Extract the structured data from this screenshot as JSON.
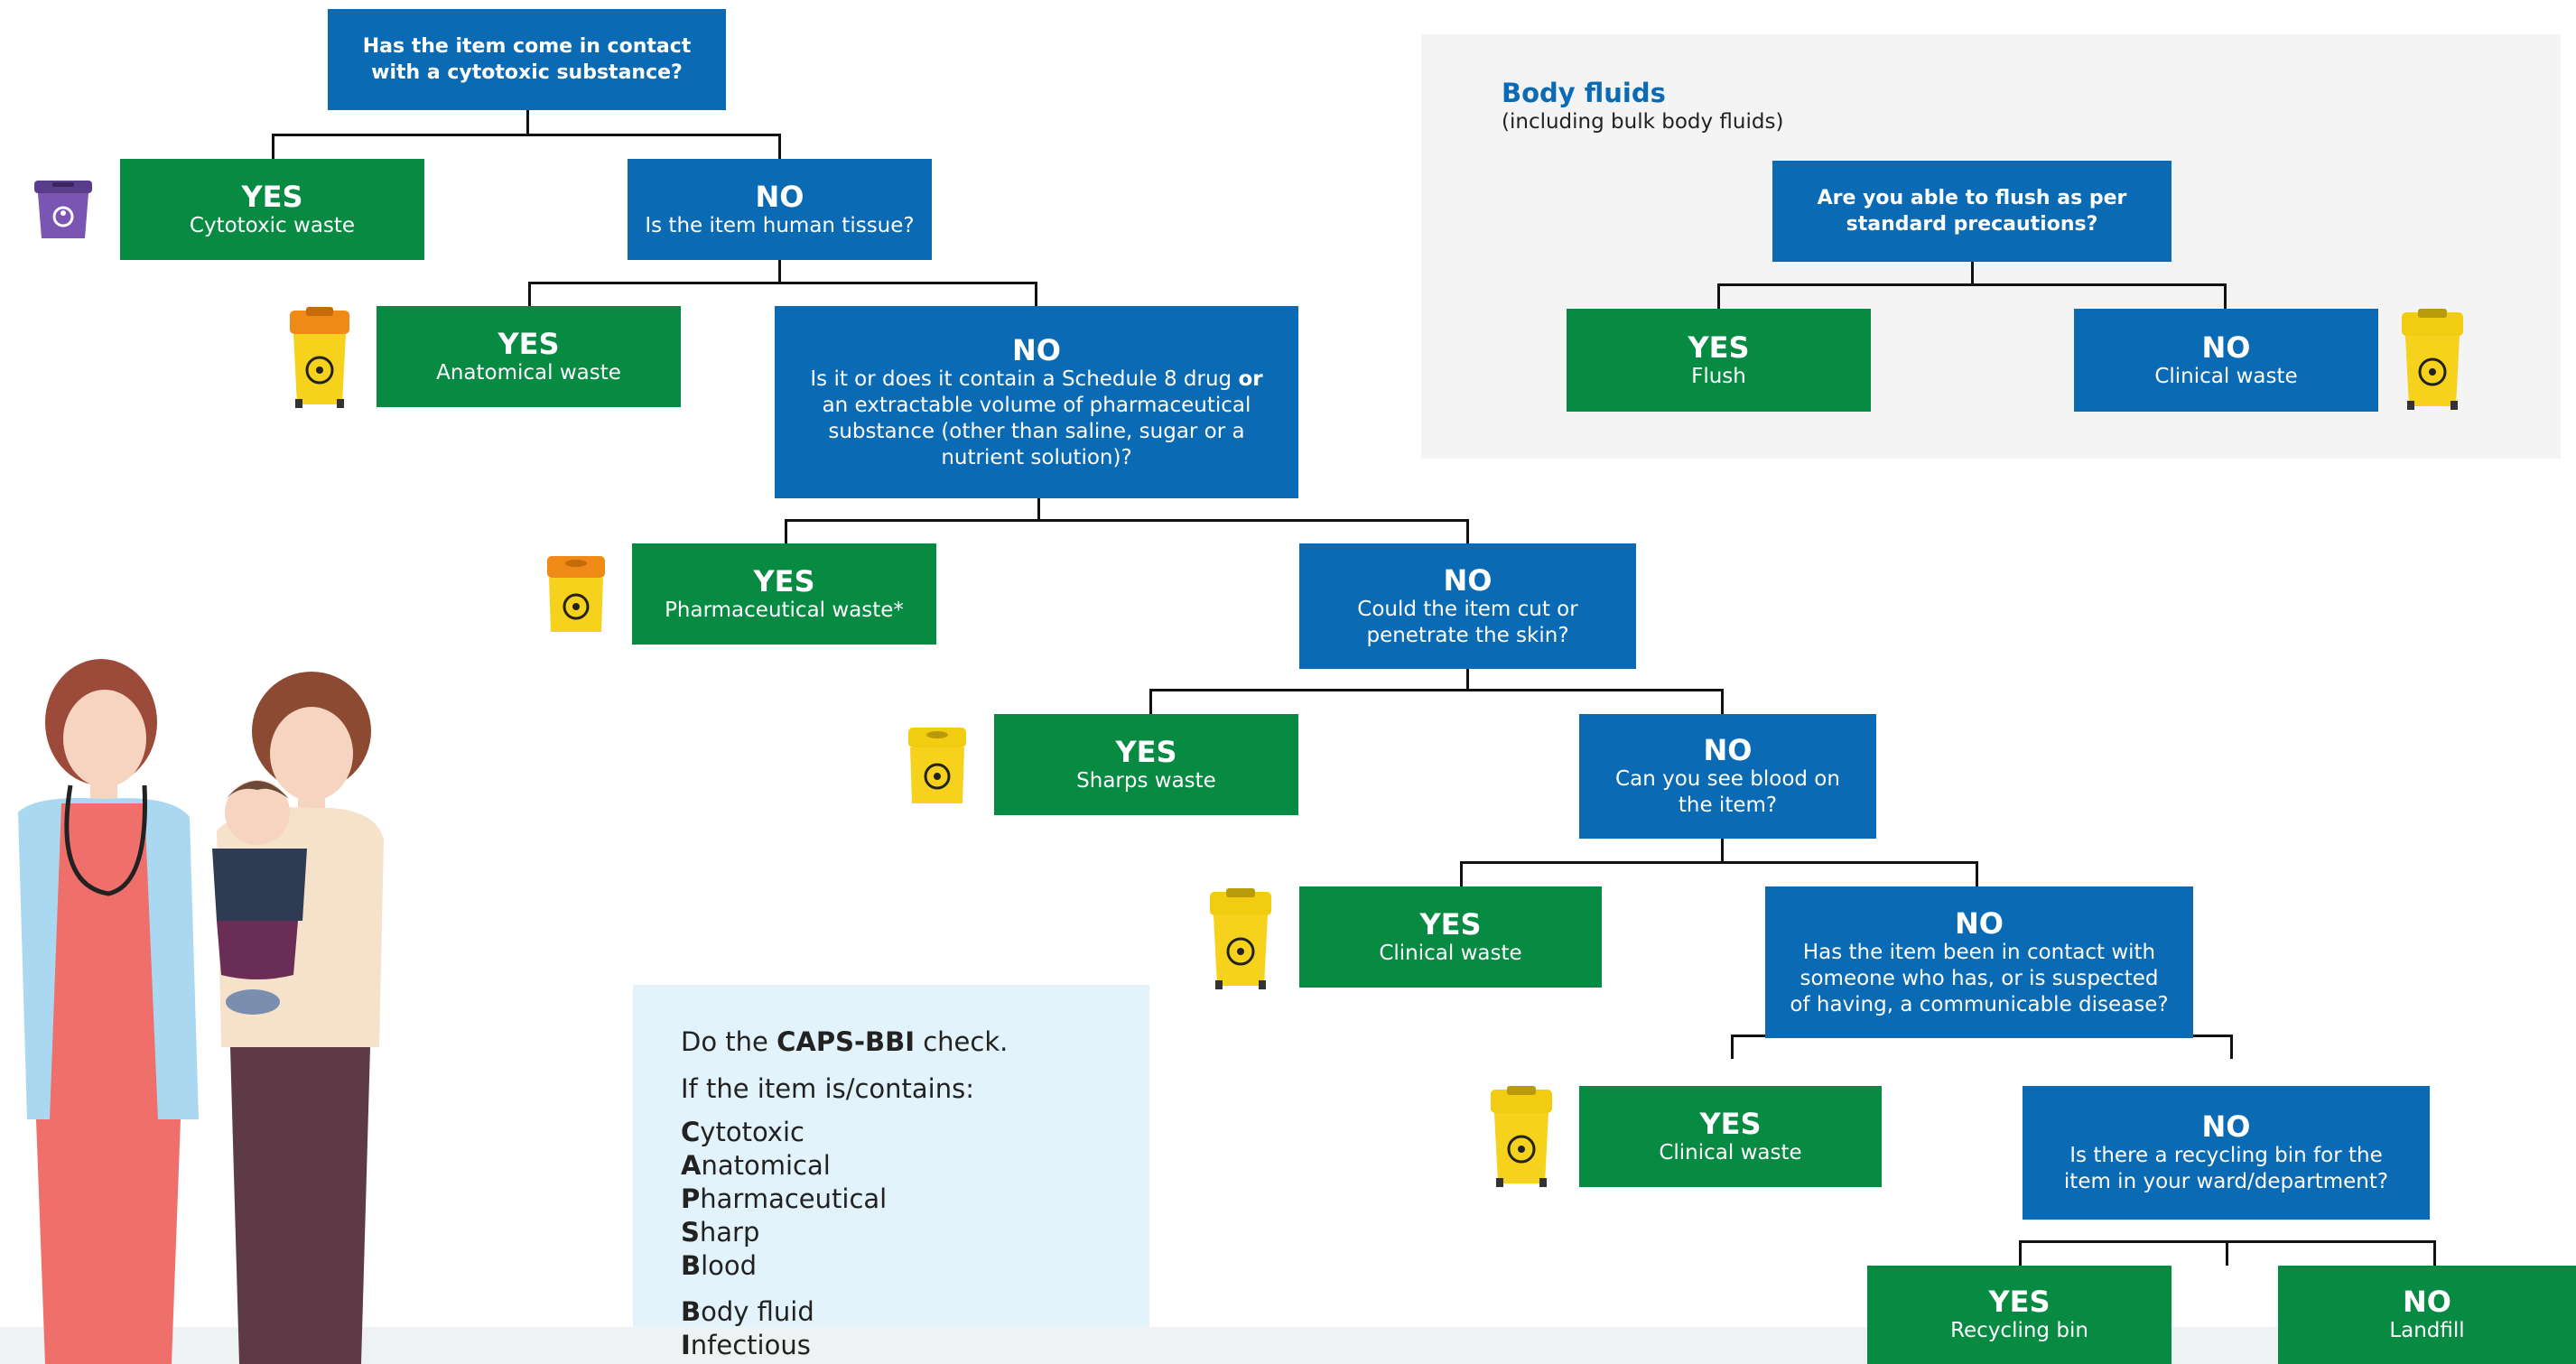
{
  "colors": {
    "blue": "#0a6ab4",
    "green": "#078a42",
    "panel": "#f4f4f4",
    "caps_panel": "#e2f3fb"
  },
  "flow": {
    "q1": "Has the item come in contact with a cytotoxic substance?",
    "yes1": {
      "label": "YES",
      "text": "Cytotoxic waste"
    },
    "no1": {
      "label": "NO",
      "text": "Is the item human tissue?"
    },
    "yes2": {
      "label": "YES",
      "text": "Anatomical waste"
    },
    "no2": {
      "label": "NO",
      "text_a": "Is it or does it contain a Schedule 8 drug ",
      "text_or": "or",
      "text_b": " an extractable volume of pharmaceutical substance (other than saline, sugar or a nutrient solution)?"
    },
    "yes3": {
      "label": "YES",
      "text": "Pharmaceutical waste*"
    },
    "no3": {
      "label": "NO",
      "text": "Could the item cut or penetrate the skin?"
    },
    "yes4": {
      "label": "YES",
      "text": "Sharps waste"
    },
    "no4": {
      "label": "NO",
      "text": "Can you see blood on the item?"
    },
    "yes5": {
      "label": "YES",
      "text": "Clinical waste"
    },
    "no5": {
      "label": "NO",
      "text": "Has the item been in contact with someone who has, or is suspected of having, a communicable disease?"
    },
    "yes6": {
      "label": "YES",
      "text": "Clinical waste"
    },
    "no6": {
      "label": "NO",
      "text": "Is there a recycling bin for the item in your ward/department?"
    },
    "yes7": {
      "label": "YES",
      "text": "Recycling bin"
    },
    "no7": {
      "label": "NO",
      "text": "Landfill"
    }
  },
  "body_fluids": {
    "title": "Body fluids",
    "subtitle": "(including bulk body fluids)",
    "question": "Are you able to flush as per standard precautions?",
    "yes": {
      "label": "YES",
      "text": "Flush"
    },
    "no": {
      "label": "NO",
      "text": "Clinical waste"
    }
  },
  "caps": {
    "intro_a": "Do the ",
    "intro_bold": "CAPS-BBI",
    "intro_b": " check.",
    "line2": "If the item is/contains:",
    "items": [
      {
        "initial": "C",
        "rest": "ytotoxic"
      },
      {
        "initial": "A",
        "rest": "natomical"
      },
      {
        "initial": "P",
        "rest": "harmaceutical"
      },
      {
        "initial": "S",
        "rest": "harp"
      },
      {
        "initial": "B",
        "rest": "lood"
      },
      {
        "initial": "B",
        "rest": "ody fluid"
      },
      {
        "initial": "I",
        "rest": "nfectious"
      }
    ]
  },
  "icons": [
    "purple-cytotoxic-bin-icon",
    "orange-biohazard-bin-icon",
    "yellow-biohazard-bin-icon"
  ]
}
